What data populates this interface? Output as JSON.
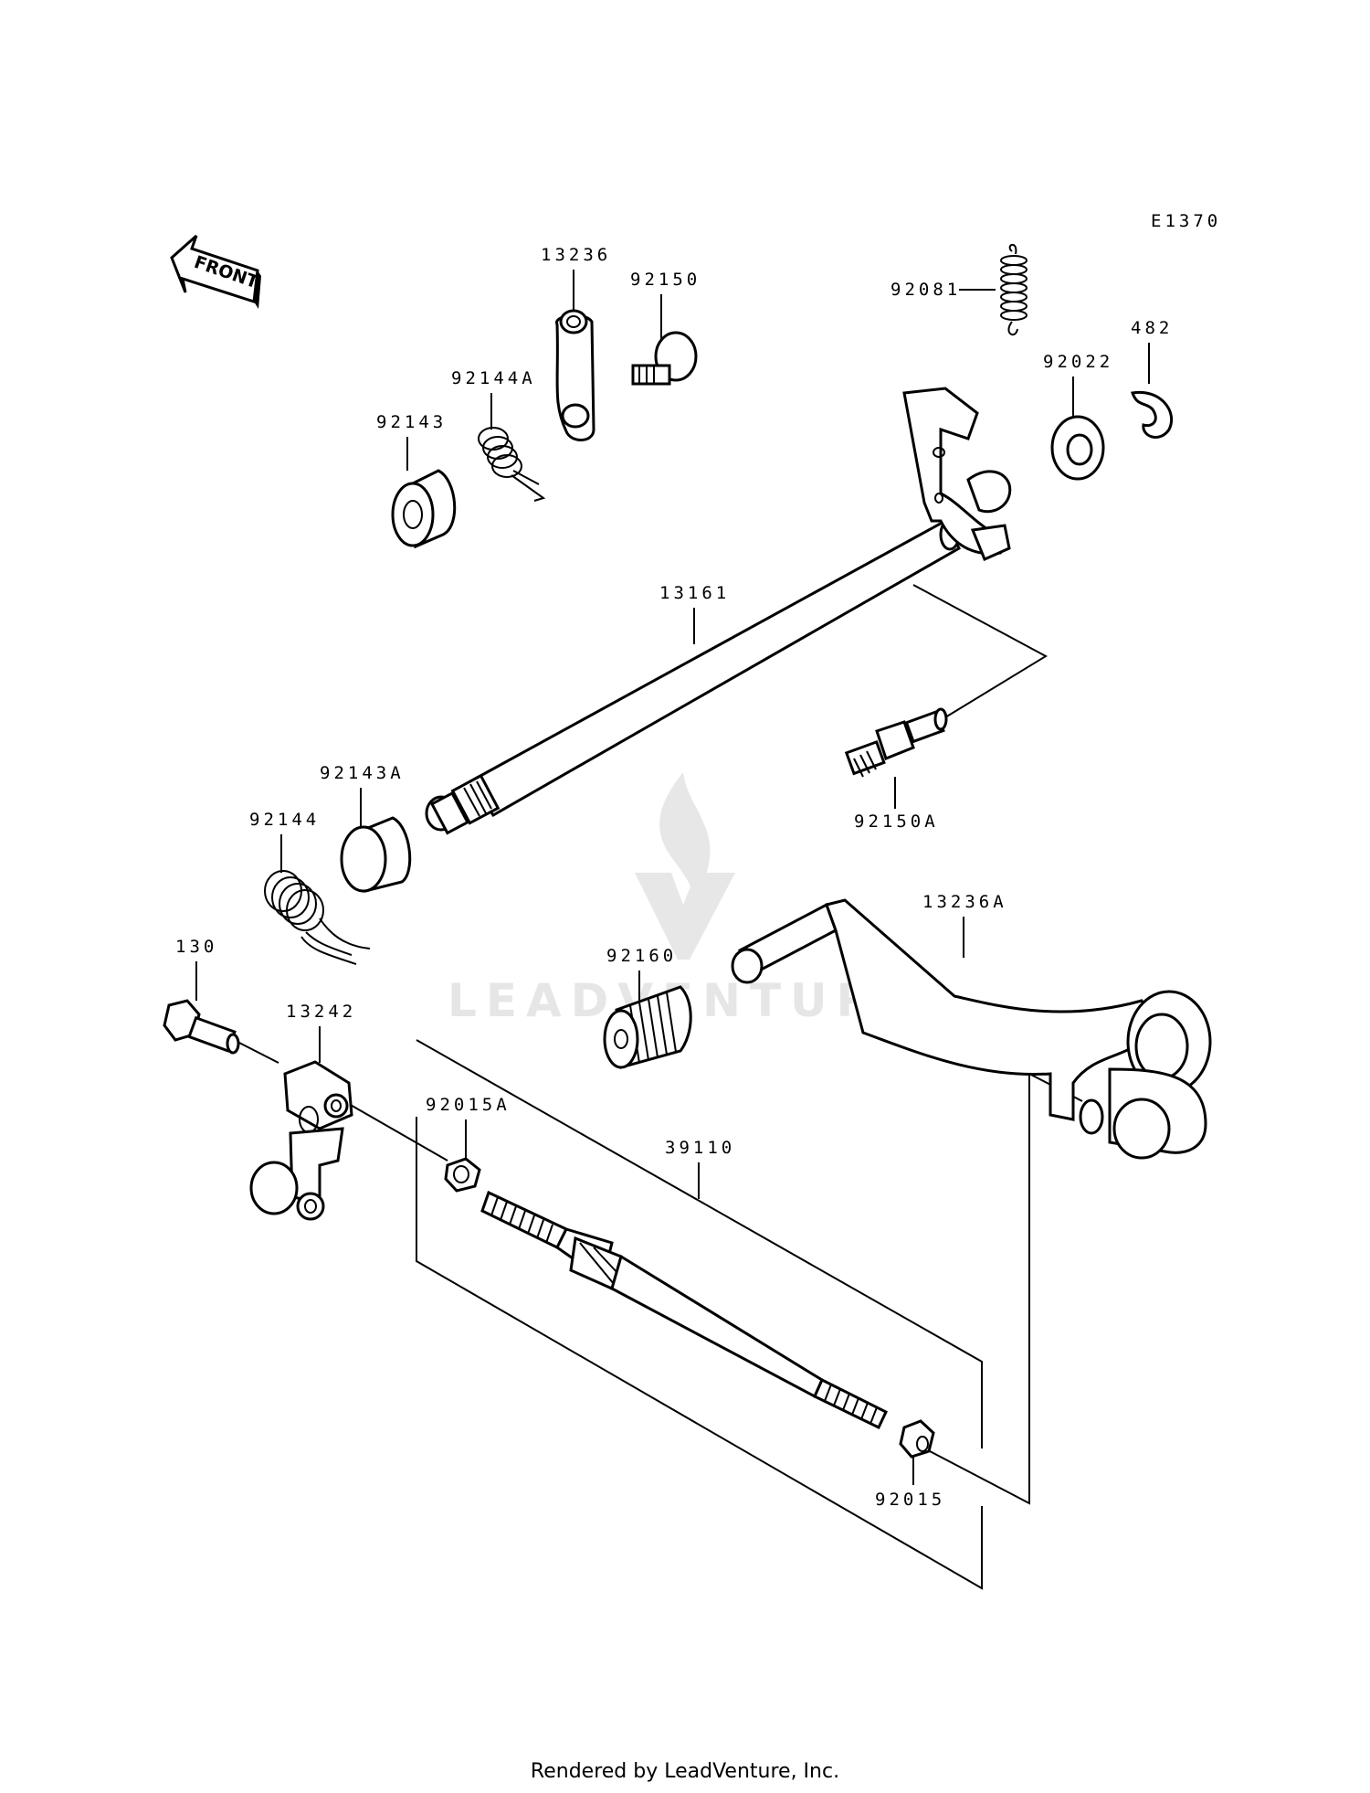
{
  "diagram_code": "E1370",
  "front_label": "FRONT",
  "watermark": "LEADVENTURE",
  "footer": "Rendered by LeadVenture, Inc.",
  "parts": {
    "p13236": "13236",
    "p92150": "92150",
    "p92081": "92081",
    "p482": "482",
    "p92144A": "92144A",
    "p92022": "92022",
    "p92143": "92143",
    "p13161": "13161",
    "p92143A": "92143A",
    "p92150A": "92150A",
    "p92144": "92144",
    "p13236A": "13236A",
    "p92160": "92160",
    "p130": "130",
    "p13242": "13242",
    "p92015A": "92015A",
    "p39110": "39110",
    "p92015": "92015"
  }
}
